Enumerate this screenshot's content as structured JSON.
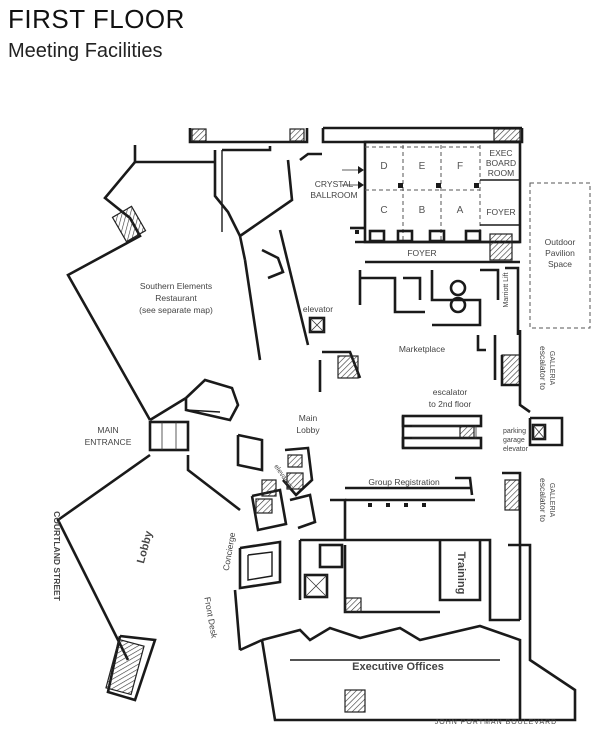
{
  "header": {
    "title": "FIRST FLOOR",
    "subtitle": "Meeting Facilities"
  },
  "rooms": {
    "crystal_1": "CRYSTAL",
    "crystal_2": "BALLROOM",
    "sec_d": "D",
    "sec_e": "E",
    "sec_f": "F",
    "sec_c": "C",
    "sec_b": "B",
    "sec_a": "A",
    "exec_1": "EXEC",
    "exec_2": "BOARD",
    "exec_3": "ROOM",
    "foyer_right": "FOYER",
    "foyer_bottom": "FOYER",
    "pavilion_1": "Outdoor",
    "pavilion_2": "Pavilion",
    "pavilion_3": "Space",
    "restaurant_1": "Southern Elements",
    "restaurant_2": "Restaurant",
    "restaurant_3": "(see separate map)",
    "elevator": "elevator",
    "marketplace": "Marketplace",
    "esc_galleria_top_1": "escalator to",
    "esc_galleria_top_2": "GALLERIA",
    "esc_2nd_1": "escalator",
    "esc_2nd_2": "to 2nd floor",
    "main_entrance_1": "MAIN",
    "main_entrance_2": "ENTRANCE",
    "main_lobby_1": "Main",
    "main_lobby_2": "Lobby",
    "parking_1": "parking",
    "parking_2": "garage",
    "parking_3": "elevator",
    "elevators": "elevators",
    "group_registration": "Group Registration",
    "esc_galleria_bottom_1": "escalator to",
    "esc_galleria_bottom_2": "GALLERIA",
    "lobby": "Lobby",
    "concierge": "Concierge",
    "front_desk": "Front Desk",
    "training": "Training",
    "executive_offices": "Executive Offices",
    "courtland_street": "COURTLAND STREET",
    "john_portman": "JOHN PORTMAN BOULEVARD",
    "marriott_lift": "Marriott Lift"
  }
}
